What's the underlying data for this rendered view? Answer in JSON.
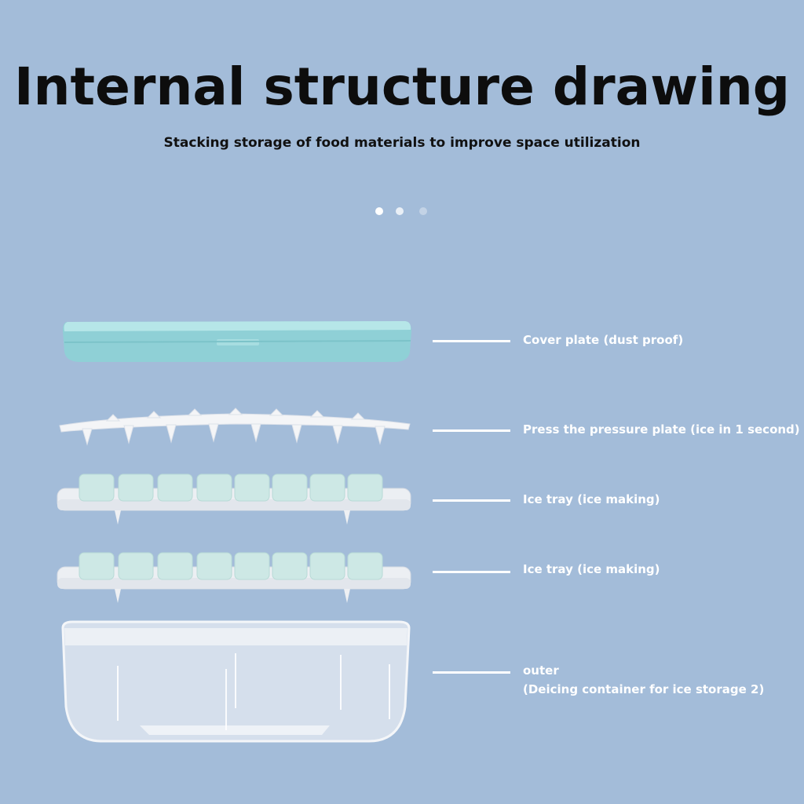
{
  "header": {
    "title": "Internal structure drawing",
    "subtitle": "Stacking storage of food materials to improve space utilization"
  },
  "carousel": {
    "dot_colors": [
      "#ffffff",
      "#e9eff6",
      "#c3d3e6"
    ]
  },
  "colors": {
    "background": "#a3bcd9",
    "cover": "#9ed8dc",
    "tray": "#eef0f3",
    "cube": "#cfe9e6",
    "label": "#ffffff"
  },
  "parts": [
    {
      "label": "Cover plate (dust proof)"
    },
    {
      "label": "Press the pressure plate (ice in 1 second)"
    },
    {
      "label": "Ice tray (ice making)"
    },
    {
      "label": "Ice tray (ice making)"
    },
    {
      "label": "outer",
      "label_line2": "(Deicing container for ice storage 2)"
    }
  ]
}
